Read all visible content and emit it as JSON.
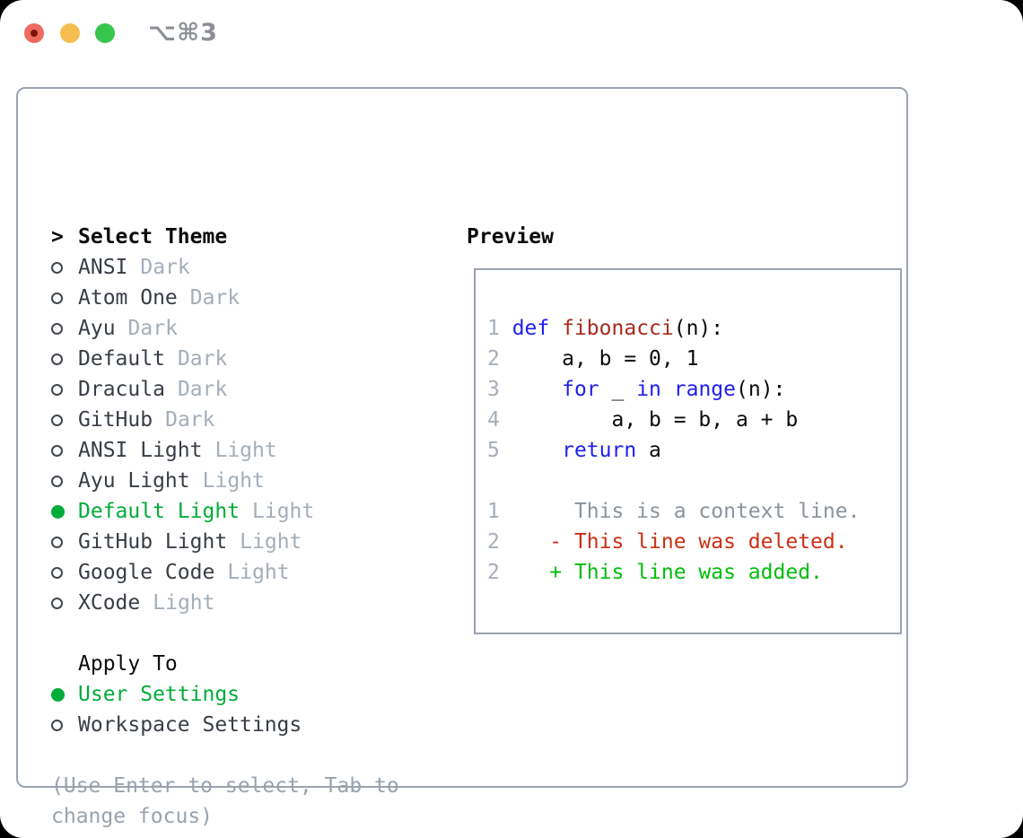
{
  "window": {
    "shortcut": "⌥⌘3"
  },
  "colors": {
    "panel_border": "#9aa4b0",
    "accent_green": "#00ac39",
    "code_keyword_blue": "#1e1ef0",
    "code_function_red": "#a82a1c",
    "diff_deleted_red": "#cc2f14",
    "diff_added_green": "#00be09",
    "muted_gray": "#a4aeb9",
    "traffic_red": "#ee6a5f",
    "traffic_yellow": "#f6be50",
    "traffic_green": "#36c64c"
  },
  "theme_panel": {
    "header_marker": ">",
    "header": "Select Theme",
    "items": [
      {
        "name": "ANSI",
        "variant": "Dark",
        "selected": false
      },
      {
        "name": "Atom One",
        "variant": "Dark",
        "selected": false
      },
      {
        "name": "Ayu",
        "variant": "Dark",
        "selected": false
      },
      {
        "name": "Default",
        "variant": "Dark",
        "selected": false
      },
      {
        "name": "Dracula",
        "variant": "Dark",
        "selected": false
      },
      {
        "name": "GitHub",
        "variant": "Dark",
        "selected": false
      },
      {
        "name": "ANSI Light",
        "variant": "Light",
        "selected": false
      },
      {
        "name": "Ayu Light",
        "variant": "Light",
        "selected": false
      },
      {
        "name": "Default Light",
        "variant": "Light",
        "selected": true
      },
      {
        "name": "GitHub Light",
        "variant": "Light",
        "selected": false
      },
      {
        "name": "Google Code",
        "variant": "Light",
        "selected": false
      },
      {
        "name": "XCode",
        "variant": "Light",
        "selected": false
      }
    ],
    "apply_to": {
      "header": "Apply To",
      "options": [
        {
          "label": "User Settings",
          "selected": true
        },
        {
          "label": "Workspace Settings",
          "selected": false
        }
      ]
    },
    "help_line1": "(Use Enter to select, Tab to",
    "help_line2": "change focus)"
  },
  "preview": {
    "title": "Preview",
    "code_lines": [
      [
        [
          "1 ",
          "num"
        ],
        [
          "def",
          "kw"
        ],
        [
          " ",
          "plain"
        ],
        [
          "fibonacci",
          "fn"
        ],
        [
          "(n):",
          "plain"
        ]
      ],
      [
        [
          "2 ",
          "num"
        ],
        [
          "    a, b = 0, 1",
          "plain"
        ]
      ],
      [
        [
          "3 ",
          "num"
        ],
        [
          "    ",
          "plain"
        ],
        [
          "for",
          "kw"
        ],
        [
          " _ ",
          "plain"
        ],
        [
          "in",
          "kw"
        ],
        [
          " ",
          "plain"
        ],
        [
          "range",
          "kw"
        ],
        [
          "(n):",
          "plain"
        ]
      ],
      [
        [
          "4 ",
          "num"
        ],
        [
          "        a, b = b, a + b",
          "plain"
        ]
      ],
      [
        [
          "5 ",
          "num"
        ],
        [
          "    ",
          "plain"
        ],
        [
          "return",
          "kw"
        ],
        [
          " a",
          "plain"
        ]
      ],
      [],
      [
        [
          "1 ",
          "num"
        ],
        [
          "     This is a context line.",
          "ctx"
        ]
      ],
      [
        [
          "2 ",
          "num"
        ],
        [
          "   - This line was deleted.",
          "del"
        ]
      ],
      [
        [
          "2 ",
          "num"
        ],
        [
          "   + This line was added.",
          "add"
        ]
      ]
    ]
  }
}
